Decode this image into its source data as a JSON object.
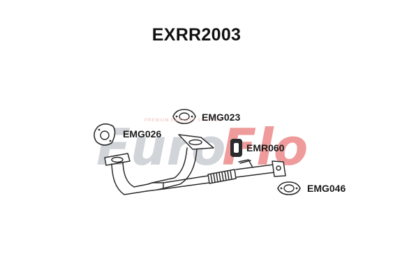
{
  "title": "EXRR2003",
  "watermark": {
    "text": "EuroFlo",
    "tagline": "PREMIUM EXHAUST SYSTEMS"
  },
  "parts": [
    {
      "code": "EMG023",
      "kind": "gasket"
    },
    {
      "code": "EMG026",
      "kind": "gasket"
    },
    {
      "code": "EMR060",
      "kind": "rubber-mount"
    },
    {
      "code": "EMG046",
      "kind": "gasket"
    }
  ],
  "colors": {
    "line": "#2b2b2b",
    "fill": "#ffffff",
    "watermark_grey": "#c9cdd2",
    "watermark_red": "#e24b4b"
  }
}
